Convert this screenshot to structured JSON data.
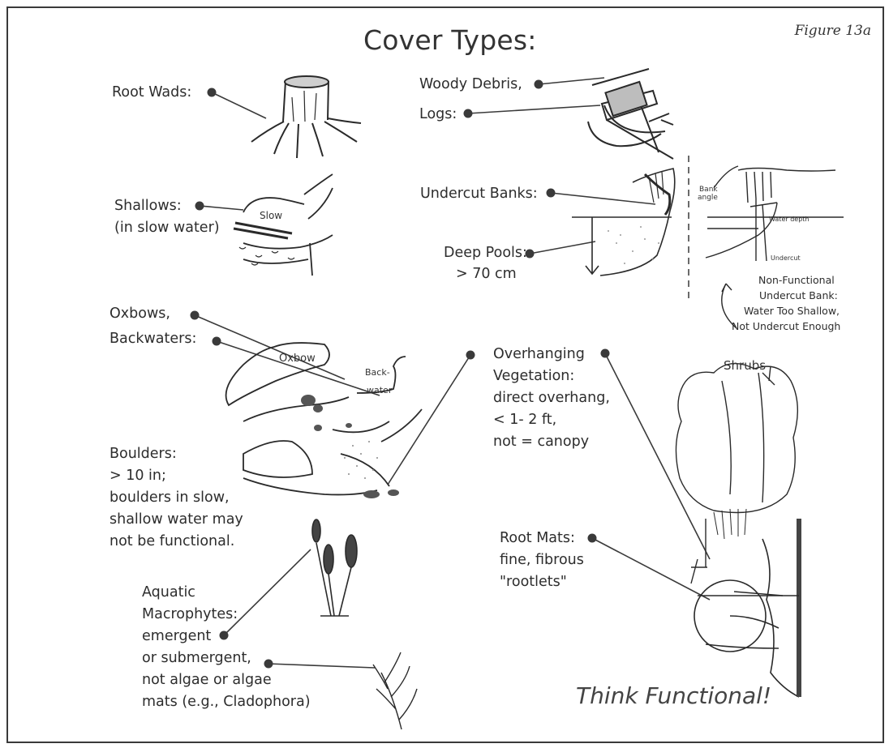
{
  "title": "Cover Types:",
  "figure_label": "Figure 13a",
  "labels": {
    "root_wads": "Root Wads:",
    "woody_debris_1": "Woody Debris,",
    "woody_debris_2": "Logs:",
    "shallows_1": "Shallows:",
    "shallows_2": "(in slow water)",
    "slow": "Slow",
    "undercut_banks": "Undercut Banks:",
    "deep_pools_1": "Deep Pools:",
    "deep_pools_2": "> 70 cm",
    "bank_angle_1": "Bank",
    "bank_angle_2": "angle",
    "water_depth": "Water depth",
    "undercut": "Undercut",
    "nonfunc_1": "Non-Functional",
    "nonfunc_2": "Undercut Bank:",
    "nonfunc_3": "Water Too Shallow,",
    "nonfunc_4": "Not Undercut Enough",
    "oxbows_1": "Oxbows,",
    "oxbows_2": "Backwaters:",
    "oxbow": "Oxbow",
    "backwater_1": "Back-",
    "backwater_2": "water",
    "overhang_1": "Overhanging",
    "overhang_2": "Vegetation:",
    "overhang_3": "direct overhang,",
    "overhang_4": "< 1- 2 ft,",
    "overhang_5": "not = canopy",
    "shrubs": "Shrubs",
    "boulders_1": "Boulders:",
    "boulders_2": "> 10 in;",
    "boulders_3": "boulders in slow,",
    "boulders_4": "shallow water may",
    "boulders_5": "not be functional.",
    "root_mats_1": "Root Mats:",
    "root_mats_2": "fine, fibrous",
    "root_mats_3": "\"rootlets\"",
    "aquatic_1": "Aquatic",
    "aquatic_2": "Macrophytes:",
    "aquatic_3": "emergent",
    "aquatic_4": "or submergent,",
    "aquatic_5": "not algae or algae",
    "aquatic_6": "mats (e.g., Cladophora)",
    "think": "Think Functional!"
  }
}
